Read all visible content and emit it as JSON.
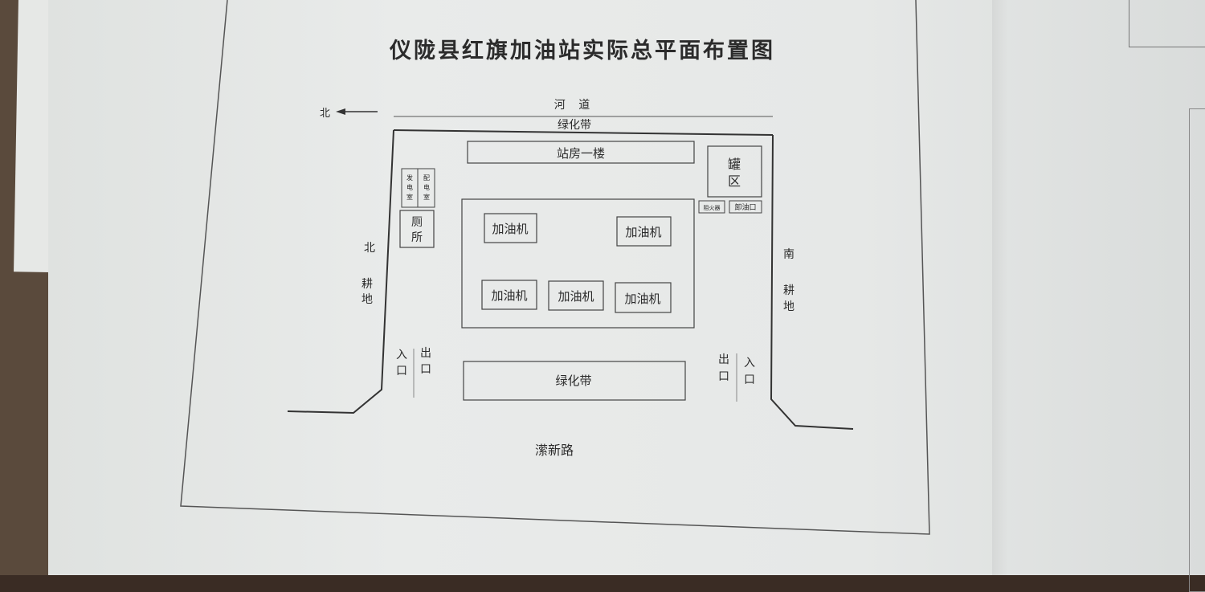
{
  "title": "仪陇县红旗加油站实际总平面布置图",
  "compass": {
    "north_arrow": "北"
  },
  "top": {
    "river": "河 道",
    "green_belt": "绿化带"
  },
  "buildings": {
    "station_house": "站房一楼",
    "tank_area": [
      "罐",
      "区"
    ],
    "generator_room": [
      "发",
      "电",
      "室"
    ],
    "distribution_room": [
      "配",
      "电",
      "室"
    ],
    "toilet": [
      "厕",
      "所"
    ],
    "small_label_1": "阻火器",
    "small_label_2": "卸油口"
  },
  "pumps": [
    "加油机",
    "加油机",
    "加油机",
    "加油机",
    "加油机"
  ],
  "sides": {
    "north_farmland": [
      "北",
      "耕",
      "地"
    ],
    "south_farmland": [
      "南",
      "耕",
      "地"
    ]
  },
  "entrances": {
    "left_entry": [
      "入",
      "口"
    ],
    "left_exit": [
      "出",
      "口"
    ],
    "right_exit": [
      "出",
      "口"
    ],
    "right_entry": [
      "入",
      "口"
    ]
  },
  "bottom": {
    "green_belt": "绿化带",
    "road": "潆新路"
  }
}
